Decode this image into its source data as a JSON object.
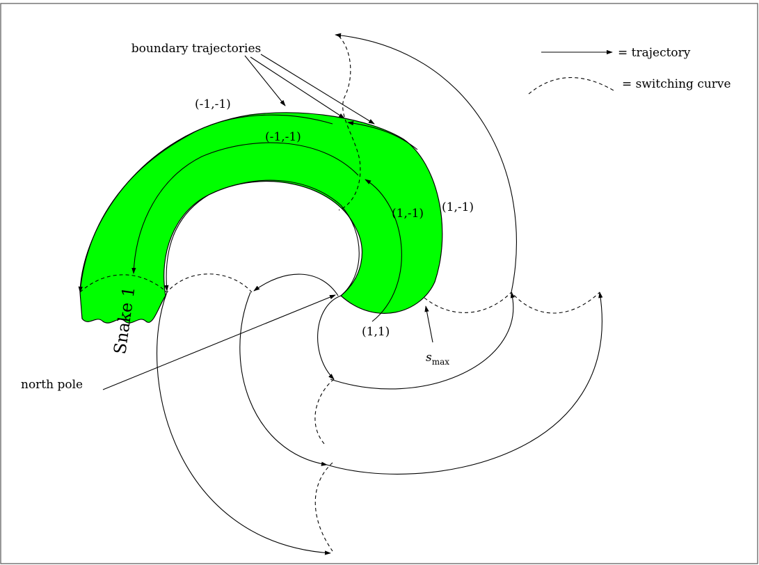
{
  "labels": {
    "boundary_trajectories": "boundary trajectories",
    "legend_trajectory": "= trajectory",
    "legend_switching": "= switching curve",
    "outer_top": "(-1,-1)",
    "inner_top": "(-1,-1)",
    "inner_right": "(1,-1)",
    "outer_right": "(1,-1)",
    "bottom": "(1,1)",
    "s_main": "s",
    "s_sub": "max",
    "north_pole": "north pole",
    "snake": "Snake 1"
  },
  "colors": {
    "snake_fill": "#00ff00",
    "stroke": "#000000",
    "frame": "#555555"
  }
}
